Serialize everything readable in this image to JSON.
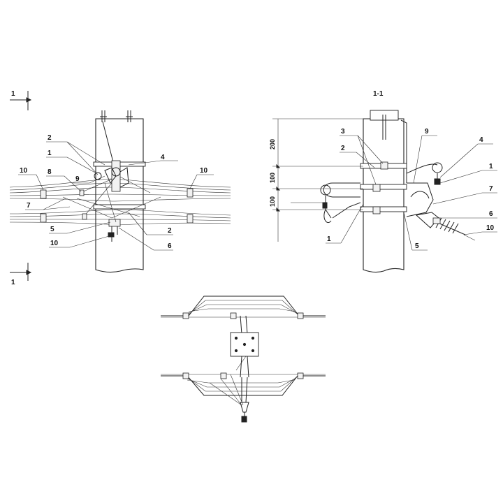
{
  "section": {
    "title": "1-1",
    "marker_top": "1",
    "marker_bottom": "1"
  },
  "dimensions": [
    "200",
    "100",
    "100"
  ],
  "left_view": {
    "callouts": [
      {
        "id": "l-2a",
        "text": "2"
      },
      {
        "id": "l-1",
        "text": "1"
      },
      {
        "id": "l-4",
        "text": "4"
      },
      {
        "id": "l-9",
        "text": "9"
      },
      {
        "id": "l-10a",
        "text": "10"
      },
      {
        "id": "l-10b",
        "text": "10"
      },
      {
        "id": "l-8",
        "text": "8"
      },
      {
        "id": "l-7",
        "text": "7"
      },
      {
        "id": "l-5",
        "text": "5"
      },
      {
        "id": "l-2b",
        "text": "2"
      },
      {
        "id": "l-6",
        "text": "6"
      },
      {
        "id": "l-10c",
        "text": "10"
      }
    ]
  },
  "right_view": {
    "callouts": [
      {
        "id": "r-3",
        "text": "3"
      },
      {
        "id": "r-9",
        "text": "9"
      },
      {
        "id": "r-4",
        "text": "4"
      },
      {
        "id": "r-2",
        "text": "2"
      },
      {
        "id": "r-1a",
        "text": "1"
      },
      {
        "id": "r-7",
        "text": "7"
      },
      {
        "id": "r-6",
        "text": "6"
      },
      {
        "id": "r-10",
        "text": "10"
      },
      {
        "id": "r-1b",
        "text": "1"
      },
      {
        "id": "r-5",
        "text": "5"
      }
    ]
  }
}
